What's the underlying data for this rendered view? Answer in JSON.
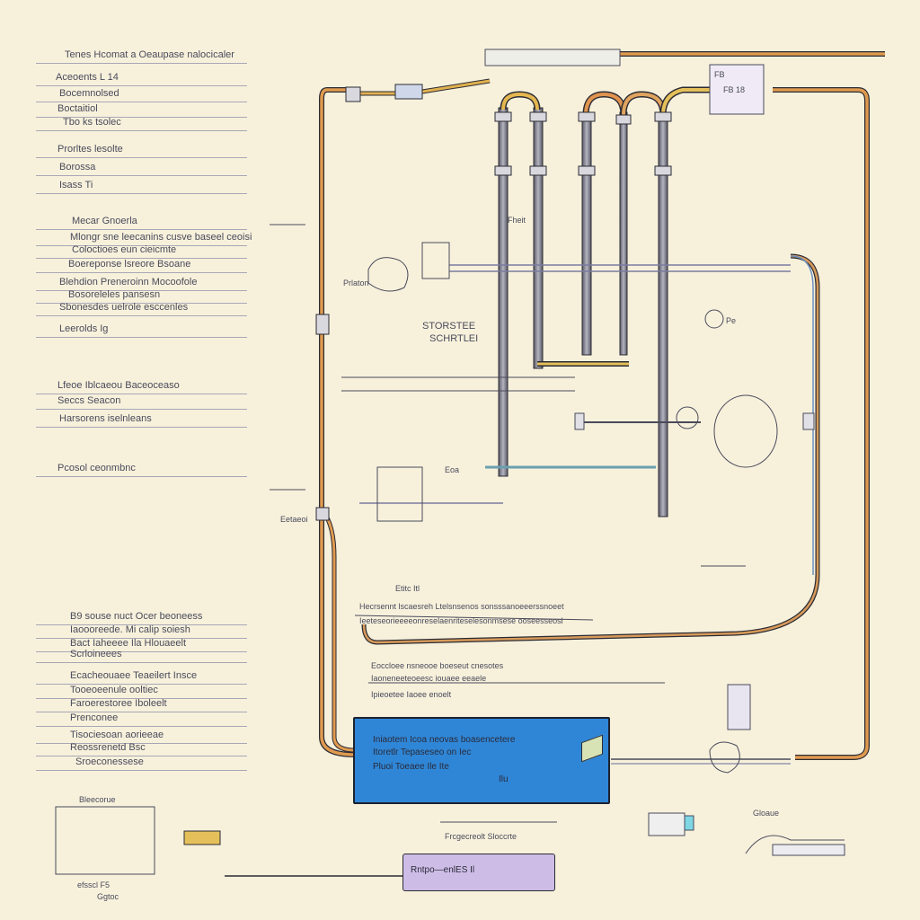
{
  "colors": {
    "paper": "#f7f1dc",
    "ink": "#4a4a5a",
    "orange_cable": "#e09a4f",
    "blue_panel": "#2f86d6",
    "purple_box": "#cdbde6",
    "tube": "#8e8e9e"
  },
  "left_notes": [
    {
      "text": "Tenes Hcomat a Oeaupase nalocicaler"
    },
    {
      "text": "Aceoents L 14"
    },
    {
      "text": "Bocemnolsed"
    },
    {
      "text": "Boctaitiol"
    },
    {
      "text": "Tbo ks tsolec"
    },
    {
      "text": "Prorltes lesolte"
    },
    {
      "text": "Borossa"
    },
    {
      "text": "Isass Ti"
    },
    {
      "text": "Mecar Gnoerla"
    },
    {
      "text": "Mlongr sne leecanins cusve baseel ceoisi"
    },
    {
      "text": "Coloctioes eun cieicmte"
    },
    {
      "text": "Boereponse lsreore Bsoane"
    },
    {
      "text": "Blehdion Preneroinn Mocoofole"
    },
    {
      "text": "Bosoreleles pansesn"
    },
    {
      "text": "Sbonesdes uelrole esccenles"
    },
    {
      "text": "Leerolds Ig"
    },
    {
      "text": "Lfeoe Iblcaeou Baceoceaso"
    },
    {
      "text": "Seccs Seacon"
    },
    {
      "text": "Harsorens iselnleans"
    },
    {
      "text": "Pcosol ceonmbnc"
    },
    {
      "text": "B9 souse nuct Ocer beoneess"
    },
    {
      "text": "Iaoooreede. Mi calip soiesh"
    },
    {
      "text": "Bact Iaheeee Ila Hlouaeelt"
    },
    {
      "text": "Scrloineees"
    },
    {
      "text": "Ecacheouaee Teaeilert Insce"
    },
    {
      "text": "Tooeoeenule ooltiec"
    },
    {
      "text": "Faroerestoree Iboleelt"
    },
    {
      "text": "Prenconee"
    },
    {
      "text": "Tisociesoan aorieeae"
    },
    {
      "text": "Reossrenetd Bsc"
    },
    {
      "text": "Sroeconessese"
    }
  ],
  "labels": {
    "top_left_label": "Prlaton",
    "mid_label_1": "STORSTEE",
    "mid_label_2": "SCHRTLEI",
    "tall_label": "Fheit",
    "bottom_mid_label": "Frcgecreolt Sloccrte",
    "circle_label_right": "Pe",
    "tag_right": "Gloaue",
    "mid_lower_label": "Eetaeoi",
    "small_tag_1": "Etitc Itl",
    "small_tag_2": "Eoa",
    "bottom_left_caption": "efsscl F5",
    "bottom_left_caption_2": "Ggtoc",
    "legend_hint": "Bleecorue",
    "right_top_box": "FB",
    "right_box_values": "FB 18"
  },
  "blue_panel": {
    "line1": "Iniaotem Icoa neovas boasencetere",
    "line2": "Itoretlr Tepaseseo on Iec",
    "line3": "Pluoi Toeaee Ile Ite",
    "line4": "Ilu"
  },
  "purple_box": {
    "text": "Rntpo—enlES Il"
  },
  "bottom_note": "Eoccloee nsneooe boeseut cnesotes",
  "bottom_note_2": "Iaoneneeteoeesc iouaee eeaele",
  "bottom_note_3": "Ipieoetee Iaoee enoelt",
  "bottom_mid_lines": [
    "Hecrsennt lscaesreh Ltelsnsenos sonsssanoeeerssnoeet",
    "Ieeteseorieeeeonreselaenriteselesonmsese ooseesseosl"
  ]
}
